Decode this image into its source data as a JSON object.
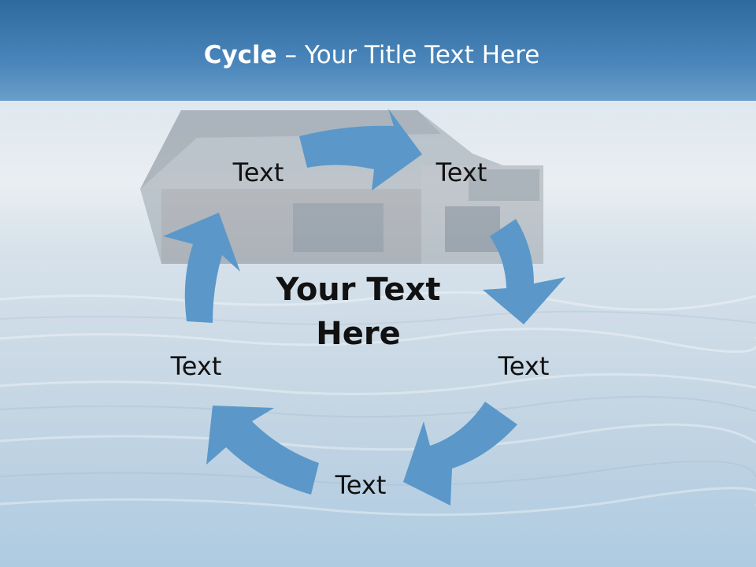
{
  "slide": {
    "title_bold": "Cycle",
    "title_rest": " – Your Title Text Here",
    "center_line1": "Your Text",
    "center_line2": "Here"
  },
  "cycle": {
    "items": [
      {
        "label": "Text"
      },
      {
        "label": "Text"
      },
      {
        "label": "Text"
      },
      {
        "label": "Text"
      },
      {
        "label": "Text"
      }
    ]
  },
  "colors": {
    "arrow": "#5b98c9",
    "header": "#3a78ad",
    "water": "#c7d7e4",
    "text": "#111111"
  },
  "icons": [
    "house-image",
    "water-image",
    "curved-arrow-icon"
  ]
}
